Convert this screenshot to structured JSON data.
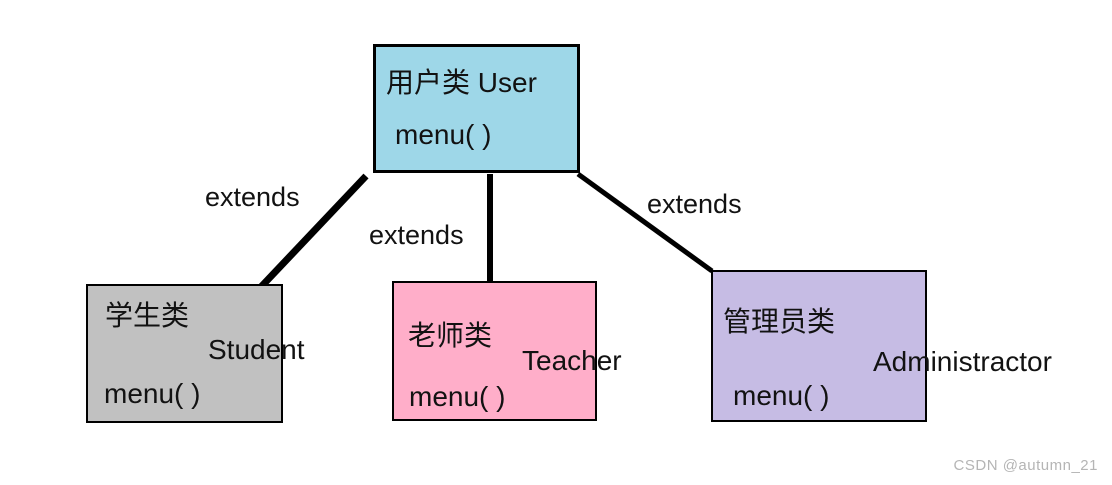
{
  "diagram": {
    "nodes": {
      "user": {
        "title": "用户类 User",
        "method": "menu( )",
        "fill": "#9ed7e8"
      },
      "student": {
        "cn": "学生类",
        "en": "Student",
        "method": "menu( )",
        "fill": "#c1c1c1"
      },
      "teacher": {
        "cn": "老师类",
        "en": "Teacher",
        "method": "menu( )",
        "fill": "#ffaec9"
      },
      "admin": {
        "cn": "管理员类",
        "en": "Administractor",
        "method": "menu( )",
        "fill": "#c6bce4"
      }
    },
    "edges": [
      {
        "from": "User",
        "to": "Student",
        "label": "extends"
      },
      {
        "from": "User",
        "to": "Teacher",
        "label": "extends"
      },
      {
        "from": "User",
        "to": "Administractor",
        "label": "extends"
      }
    ],
    "edge_color": "#000000"
  },
  "watermark": "CSDN @autumn_21"
}
